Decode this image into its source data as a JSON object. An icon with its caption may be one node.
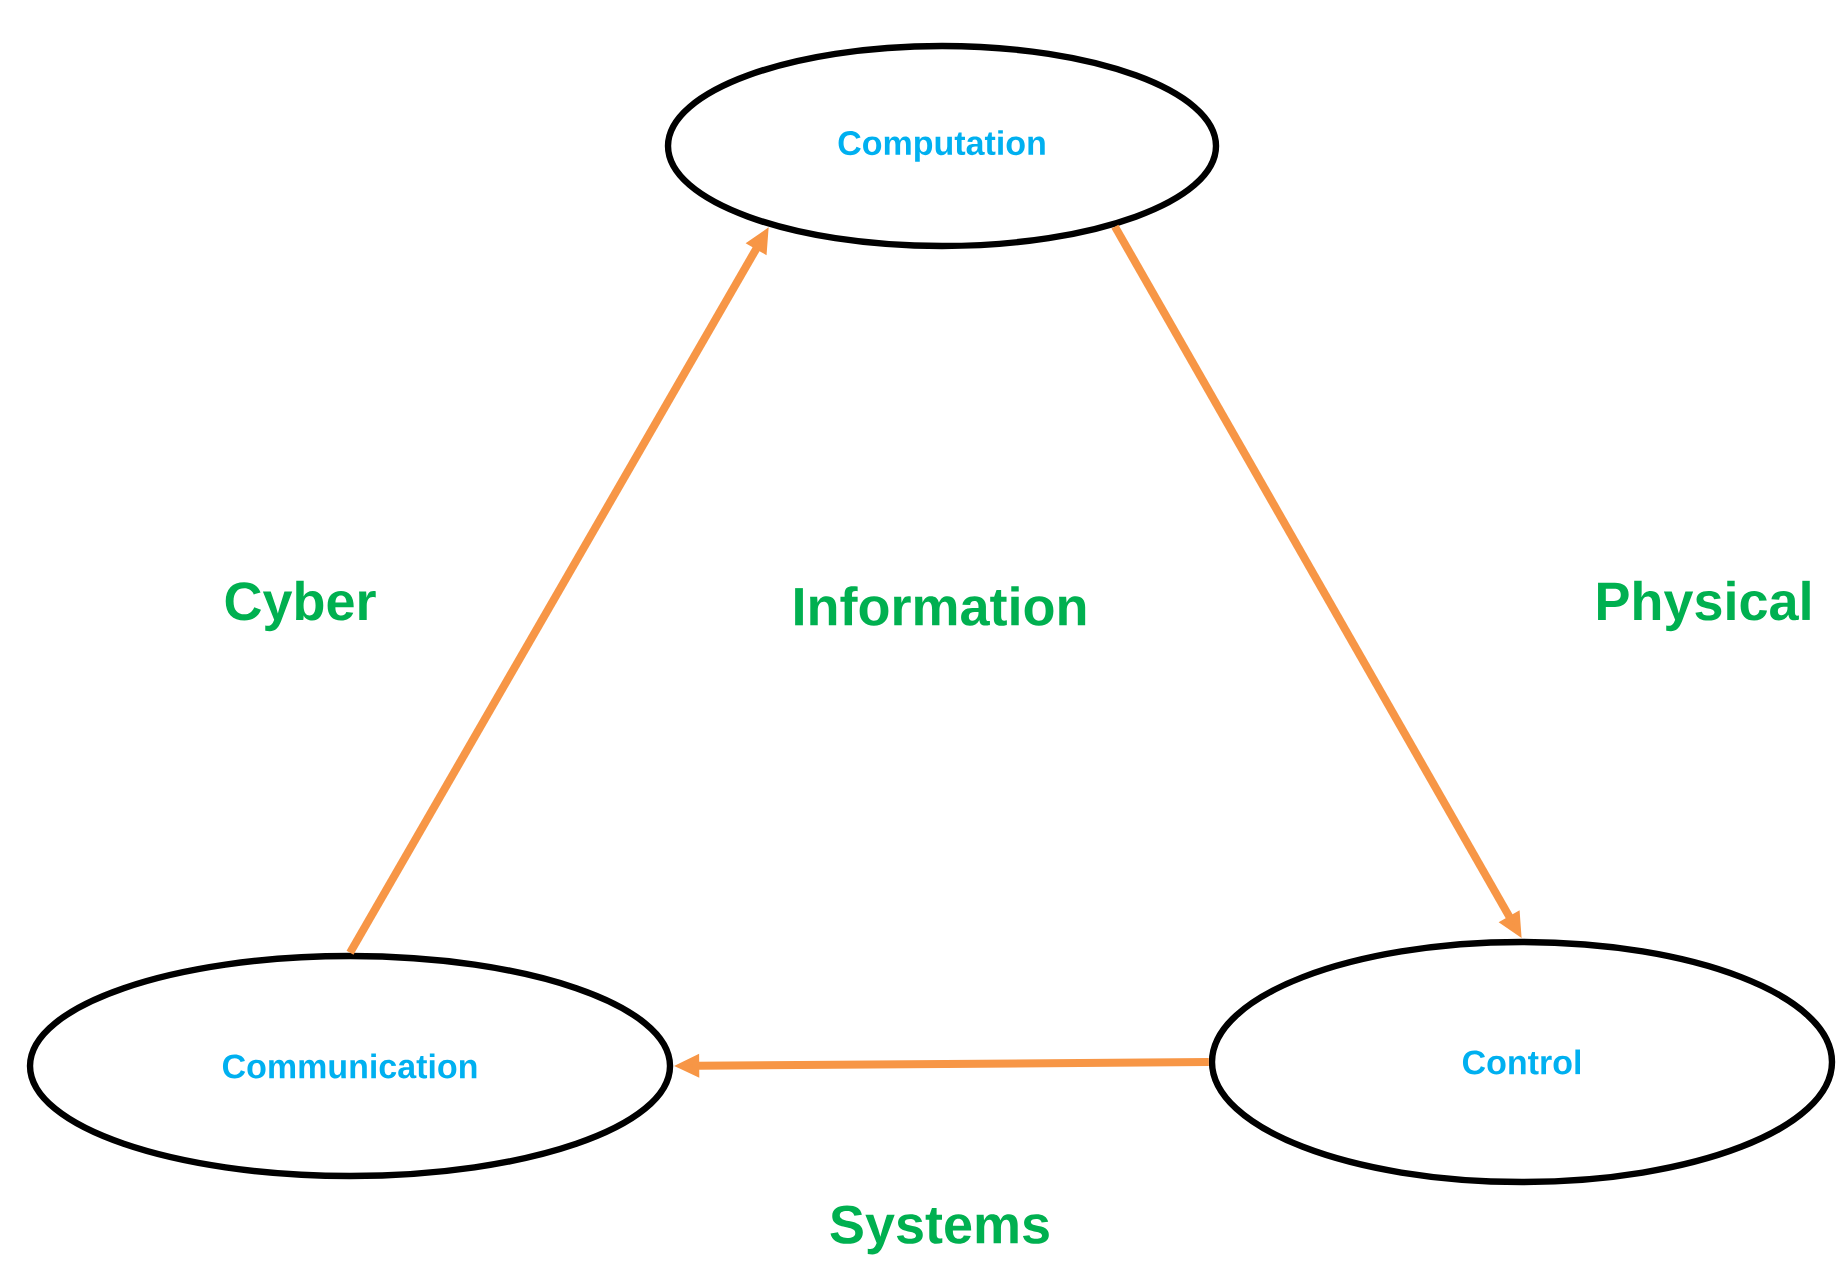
{
  "diagram": {
    "nodes": [
      {
        "text": [
          "Computation"
        ]
      },
      {
        "text": [
          "Communication"
        ]
      },
      {
        "text": [
          "Control"
        ]
      }
    ],
    "edges": [
      {
        "from": 1,
        "to": 0,
        "arrow": "to",
        "color": "#f79646"
      },
      {
        "from": 0,
        "to": 2,
        "arrow": "to",
        "color": "#f79646"
      },
      {
        "from": 2,
        "to": 1,
        "arrow": "to",
        "color": "#f79646"
      }
    ],
    "labels": [
      "Cyber",
      "Information",
      "Physical",
      "Systems"
    ]
  }
}
